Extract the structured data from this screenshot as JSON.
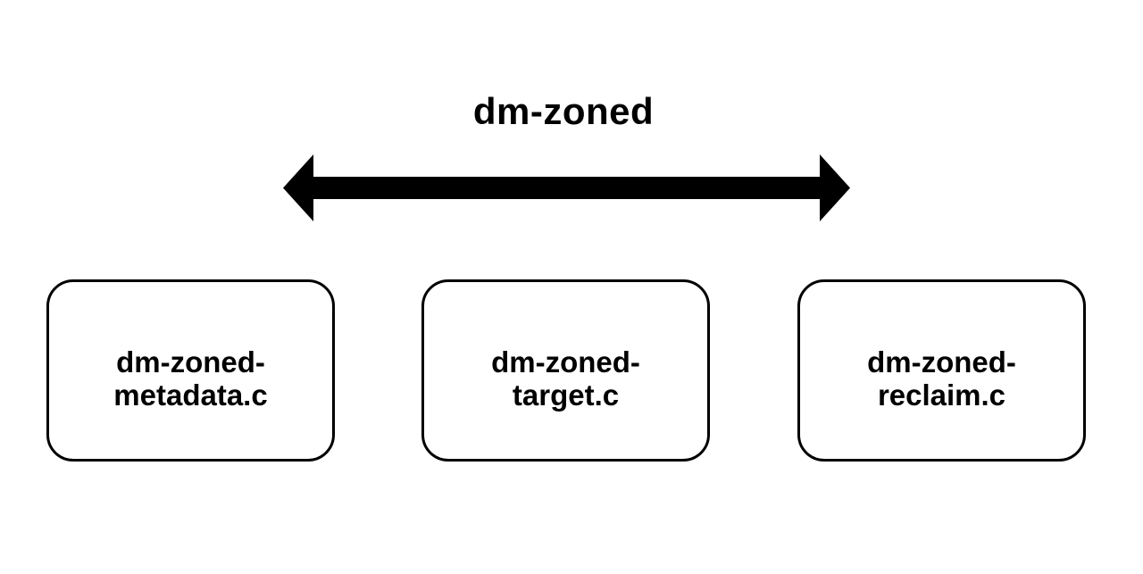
{
  "diagram": {
    "title": "dm-zoned",
    "arrow": {
      "type": "double-headed-horizontal",
      "color": "#000000"
    },
    "boxes": [
      {
        "label": "dm-zoned-metadata.c",
        "lines": [
          "dm-zoned-",
          "metadata.c"
        ]
      },
      {
        "label": "dm-zoned-target.c",
        "lines": [
          "dm-zoned-",
          "target.c"
        ]
      },
      {
        "label": "dm-zoned-reclaim.c",
        "lines": [
          "dm-zoned-",
          "reclaim.c"
        ]
      }
    ],
    "colors": {
      "foreground": "#000000",
      "background": "#ffffff"
    }
  }
}
